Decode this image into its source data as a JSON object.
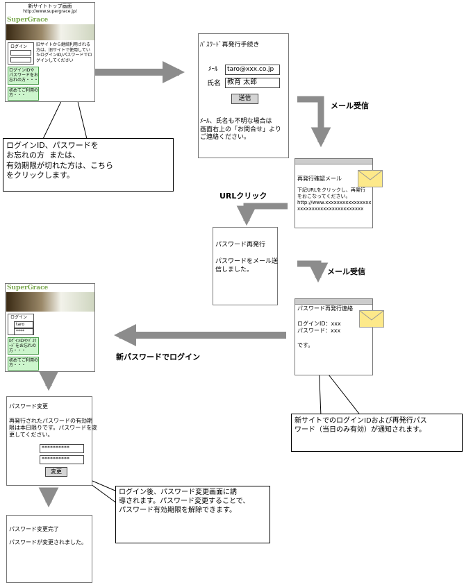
{
  "top_site": {
    "title": "新サイトトップ画面",
    "url": "http://www.supergrace.jp/",
    "logo": "SuperGrace",
    "login_label": "ログイン",
    "notice": "旧サイトから継続利用される方は、旧サイトで使用していたログインID/パスワードでログインしてください",
    "forgot_link": "ログインIDやパスワードをお忘れの方・・・",
    "first_link": "初めてご利用の方・・・"
  },
  "callout_forgot": "ログインID、パスワードを\nお忘れの方  または、\n有効期限が切れた方は、こちら\nをクリックします。",
  "reissue_form": {
    "title": "ﾊﾟｽﾜｰﾄﾞ再発行手続き",
    "mail_label": "ﾒｰﾙ",
    "mail_value": "taro@xxx.co.jp",
    "name_label": "氏名",
    "name_value": "教育 太郎",
    "submit_label": "送信",
    "note": "ﾒｰﾙ、氏名も不明な場合は\n画面右上の「お問合せ」より\nご連絡ください。"
  },
  "label_mail1": "メール受信",
  "confirm_mail": {
    "title": "再発行確認メール",
    "body": "下記URLをクリックし、再発行\nをおこなってください。\nhttp://www.xxxxxxxxxxxxxxxx\nxxxxxxxxxxxxxxxxxxxxxxx"
  },
  "label_url_click": "URLクリック",
  "reissued_page": {
    "title": "パスワード再発行",
    "body": "パスワードをメール送\n信しました。"
  },
  "label_mail2": "メール受信",
  "notice_mail": {
    "title": "パスワード再発行連絡",
    "body": "ログインID：xxx\nパスワード：xxx\n\nです。"
  },
  "label_new_login": "新パスワードでログイン",
  "login_site": {
    "logo": "SuperGrace",
    "login_label": "ログイン",
    "user_value": "taro",
    "pass_value": "****",
    "forgot_link": "ﾛｸﾞｲﾝIDやﾊﾟｽﾜｰﾄﾞをお忘れの方・・・",
    "first_link": "初めてご利用の方・・・"
  },
  "callout_notice": "新サイトでのログインIDおよび再発行パス\nワード（当日のみ有効）が通知されます。",
  "change_page": {
    "title": "パスワード変更",
    "body": "再発行されたパスワードの有効期\n限は本日限りです。パスワードを変\n更してください。",
    "pass1": "**********",
    "pass2": "**********",
    "button": "変更"
  },
  "callout_change": "ログイン後、パスワード変更画面に誘\n導されます。パスワード変更することで、\nパスワード有効期限を解除できます。",
  "done_page": {
    "title": "パスワード変更完了",
    "body": "パスワードが変更されました。"
  },
  "colors": {
    "arrow": "#8c8c8c",
    "green_link": "#ccf5cc",
    "logo": "#7aa84e",
    "envelope": "#fde98a"
  }
}
